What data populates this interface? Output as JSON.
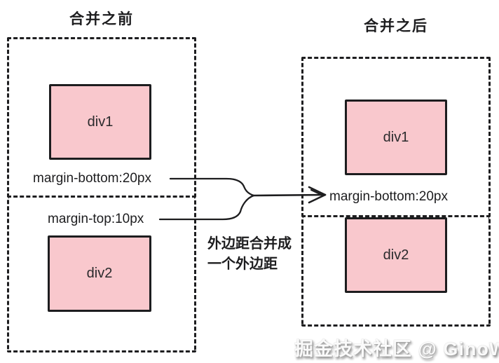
{
  "diagram": {
    "before": {
      "title": "合并之前",
      "div1": "div1",
      "div2": "div2",
      "margin_bottom": "margin-bottom:20px",
      "margin_top": "margin-top:10px"
    },
    "after": {
      "title": "合并之后",
      "div1": "div1",
      "div2": "div2",
      "margin_bottom": "margin-bottom:20px"
    },
    "annotation": {
      "line1": "外边距合并成",
      "line2": "一个外边距"
    },
    "watermark": "掘金技术社区 @ GinoWi",
    "colors": {
      "box_fill": "#F9C8CD",
      "stroke": "#1D1D1F",
      "background": "#FFFFFF",
      "watermark_text": "#FAFAFA"
    }
  }
}
